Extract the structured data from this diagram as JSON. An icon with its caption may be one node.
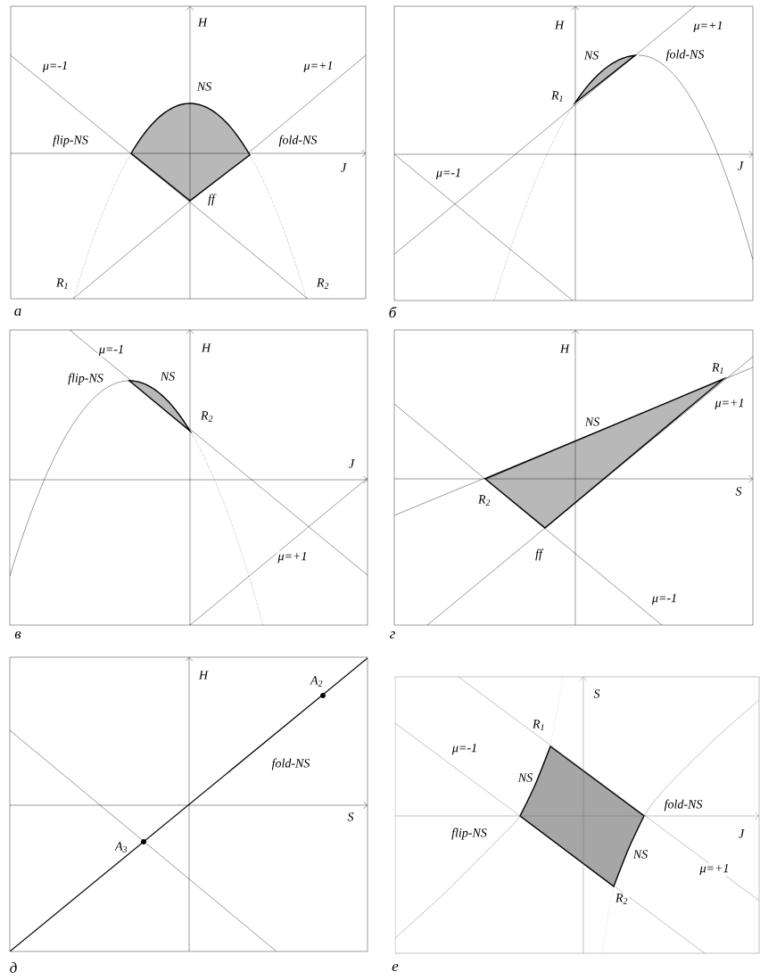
{
  "diagram": {
    "nodes": [
      {
        "text": [
          "H",
          "μ=-1",
          "μ=+1",
          "NS",
          "flip-NS",
          "fold-NS",
          "J",
          "ff",
          "R$_{1}$",
          "R$_{2}$"
        ],
        "beside": [
          "а"
        ]
      },
      {
        "text": [
          "H",
          "μ=+1",
          "NS",
          "fold-NS",
          "R$_{1}$",
          "J",
          "μ=-1"
        ],
        "beside": [
          "б"
        ]
      },
      {
        "text": [
          "μ=-1",
          "H",
          "flip-NS",
          "NS",
          "R$_{2}$",
          "J",
          "μ=+1"
        ],
        "beside": [
          "в"
        ]
      },
      {
        "text": [
          "H",
          "R$_{1}$",
          "μ=+1",
          "NS",
          "R$_{2}$",
          "S",
          "ff",
          "μ=-1"
        ],
        "beside": [
          "г"
        ]
      },
      {
        "text": [
          "H",
          "A$_{2}$",
          "fold-NS",
          "S",
          "A$_{3}$"
        ],
        "beside": [
          "д"
        ]
      },
      {
        "text": [
          "S",
          "R$_{1}$",
          "μ=-1",
          "NS",
          "fold-NS",
          "flip-NS",
          "J",
          "NS",
          "μ=+1",
          "R$_{2}$"
        ],
        "beside": [
          "е"
        ]
      }
    ]
  }
}
